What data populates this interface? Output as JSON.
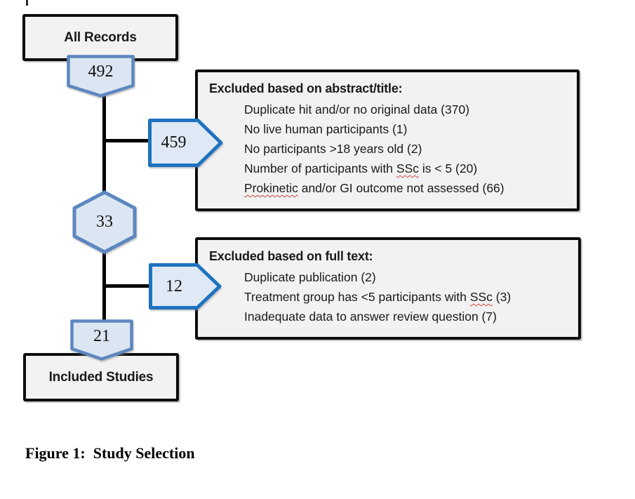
{
  "flow": {
    "top_box_label": "All Records",
    "bottom_box_label": "Included Studies",
    "counts": {
      "all_records": "492",
      "excluded_abstract": "459",
      "after_abstract_screen": "33",
      "excluded_fulltext": "12",
      "included": "21"
    },
    "exclusions": [
      {
        "title": "Excluded based on abstract/title:",
        "items": [
          {
            "text": "Duplicate hit and/or no original data (370)",
            "misspelled": []
          },
          {
            "text": "No live human participants (1)",
            "misspelled": []
          },
          {
            "text": "No participants >18 years old (2)",
            "misspelled": []
          },
          {
            "text": "Number of participants with SSc is < 5 (20)",
            "misspelled": [
              "SSc"
            ]
          },
          {
            "text": "Prokinetic and/or GI outcome not assessed (66)",
            "misspelled": [
              "Prokinetic"
            ]
          }
        ]
      },
      {
        "title": "Excluded based on full text:",
        "items": [
          {
            "text": "Duplicate publication (2)",
            "misspelled": []
          },
          {
            "text": "Treatment group has <5 participants with SSc (3)",
            "misspelled": [
              "SSc"
            ]
          },
          {
            "text": "Inadequate data to answer review question (7)",
            "misspelled": []
          }
        ]
      }
    ]
  },
  "caption": "Figure 1:  Study Selection",
  "colors": {
    "black_box_border": "#0d0d0d",
    "box_fill": "#f2f2f2",
    "node_fill": "#dce6f2",
    "node_border": "#5d87c0",
    "arrow_fill": "#dfe9f5",
    "arrow_border": "#1e72c0",
    "connector_black": "#000000",
    "squiggle_red": "#cc4433",
    "text_black": "#1a1a1a"
  }
}
